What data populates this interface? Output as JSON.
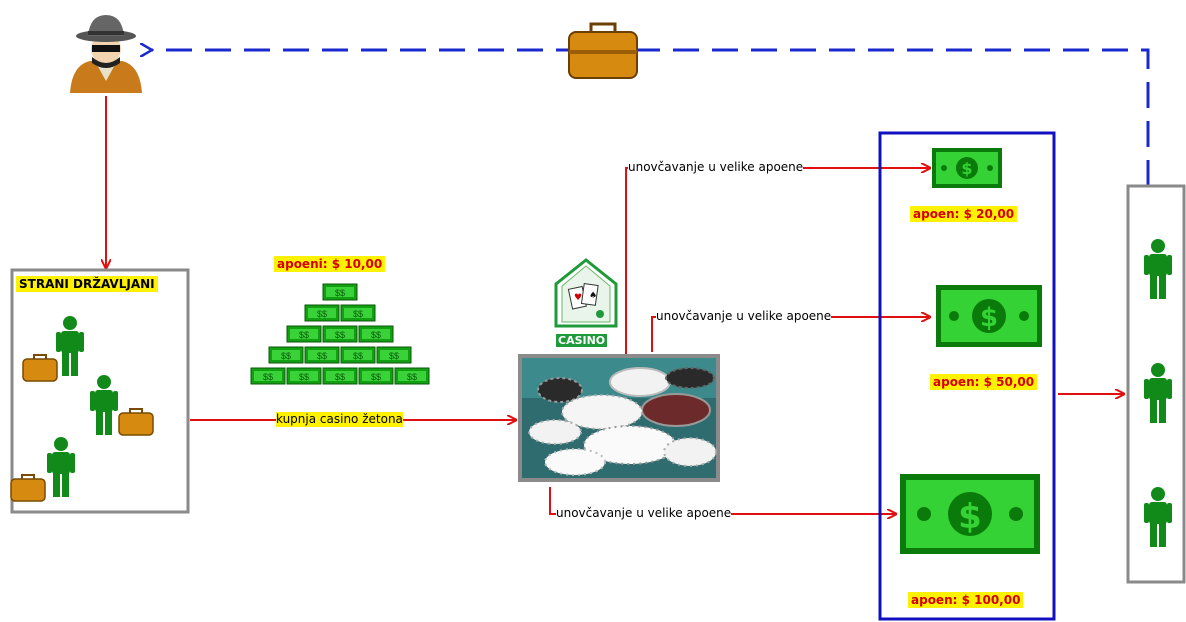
{
  "left_group": {
    "title": "STRANI DRŽAVLJANI"
  },
  "chips": {
    "denomination": "apoeni: $ 10,00",
    "chip_rows": [
      1,
      2,
      3,
      4,
      5
    ]
  },
  "flows": {
    "purchase": "kupnja casino žetona",
    "cashout_top": "unovčavanje u velike apoene",
    "cashout_mid": "unovčavanje u velike apoene",
    "cashout_bottom": "unovčavanje u velike apoene"
  },
  "casino": {
    "sign": "CASINO"
  },
  "banknotes": [
    {
      "label": "apoen: $ 20,00"
    },
    {
      "label": "apoen: $ 50,00"
    },
    {
      "label": "apoen: $ 100,00"
    }
  ],
  "colors": {
    "money_flow": "#e01010",
    "return_flow": "#1a28d0",
    "person": "#118a1a",
    "briefcase": "#d68a10",
    "banknote": "#12a012",
    "highlight": "#fff200",
    "bank_border": "#1010c0"
  }
}
